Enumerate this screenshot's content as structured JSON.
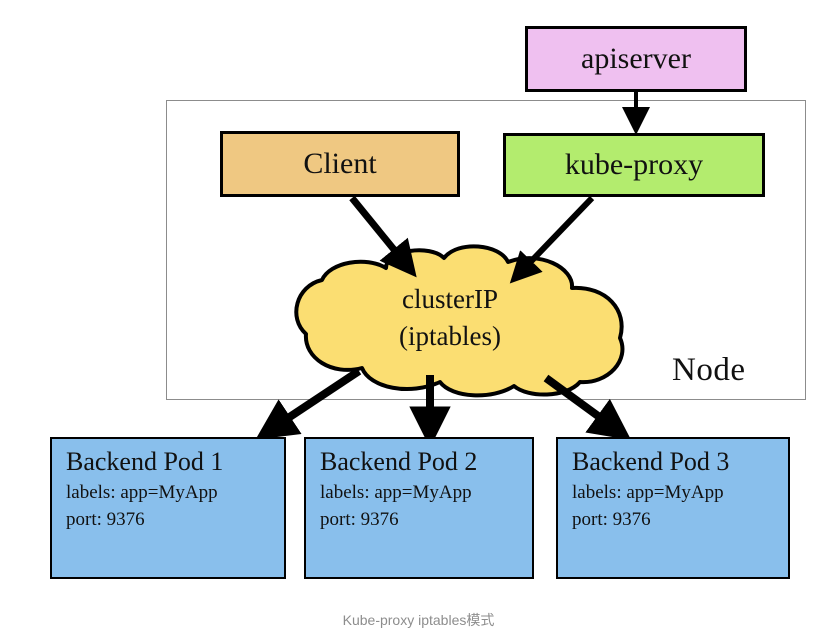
{
  "diagram": {
    "caption": "Kube-proxy iptables模式",
    "node": {
      "label": "Node"
    },
    "apiserver": {
      "label": "apiserver",
      "color": "#EFC0F0"
    },
    "client": {
      "label": "Client",
      "color": "#EFC882"
    },
    "kube_proxy": {
      "label": "kube-proxy",
      "color": "#B3EC6E"
    },
    "cluster_ip": {
      "line1": "clusterIP",
      "line2": "(iptables)",
      "color": "#FBDE72"
    },
    "pods": [
      {
        "title": "Backend Pod 1",
        "labels": "labels: app=MyApp",
        "port": "port: 9376",
        "color": "#89BFEC"
      },
      {
        "title": "Backend Pod 2",
        "labels": "labels: app=MyApp",
        "port": "port: 9376",
        "color": "#89BFEC"
      },
      {
        "title": "Backend Pod 3",
        "labels": "labels: app=MyApp",
        "port": "port: 9376",
        "color": "#89BFEC"
      }
    ],
    "edges": [
      {
        "from": "apiserver",
        "to": "kube-proxy"
      },
      {
        "from": "client",
        "to": "clusterIP"
      },
      {
        "from": "kube-proxy",
        "to": "clusterIP"
      },
      {
        "from": "clusterIP",
        "to": "Backend Pod 1"
      },
      {
        "from": "clusterIP",
        "to": "Backend Pod 2"
      },
      {
        "from": "clusterIP",
        "to": "Backend Pod 3"
      }
    ]
  }
}
